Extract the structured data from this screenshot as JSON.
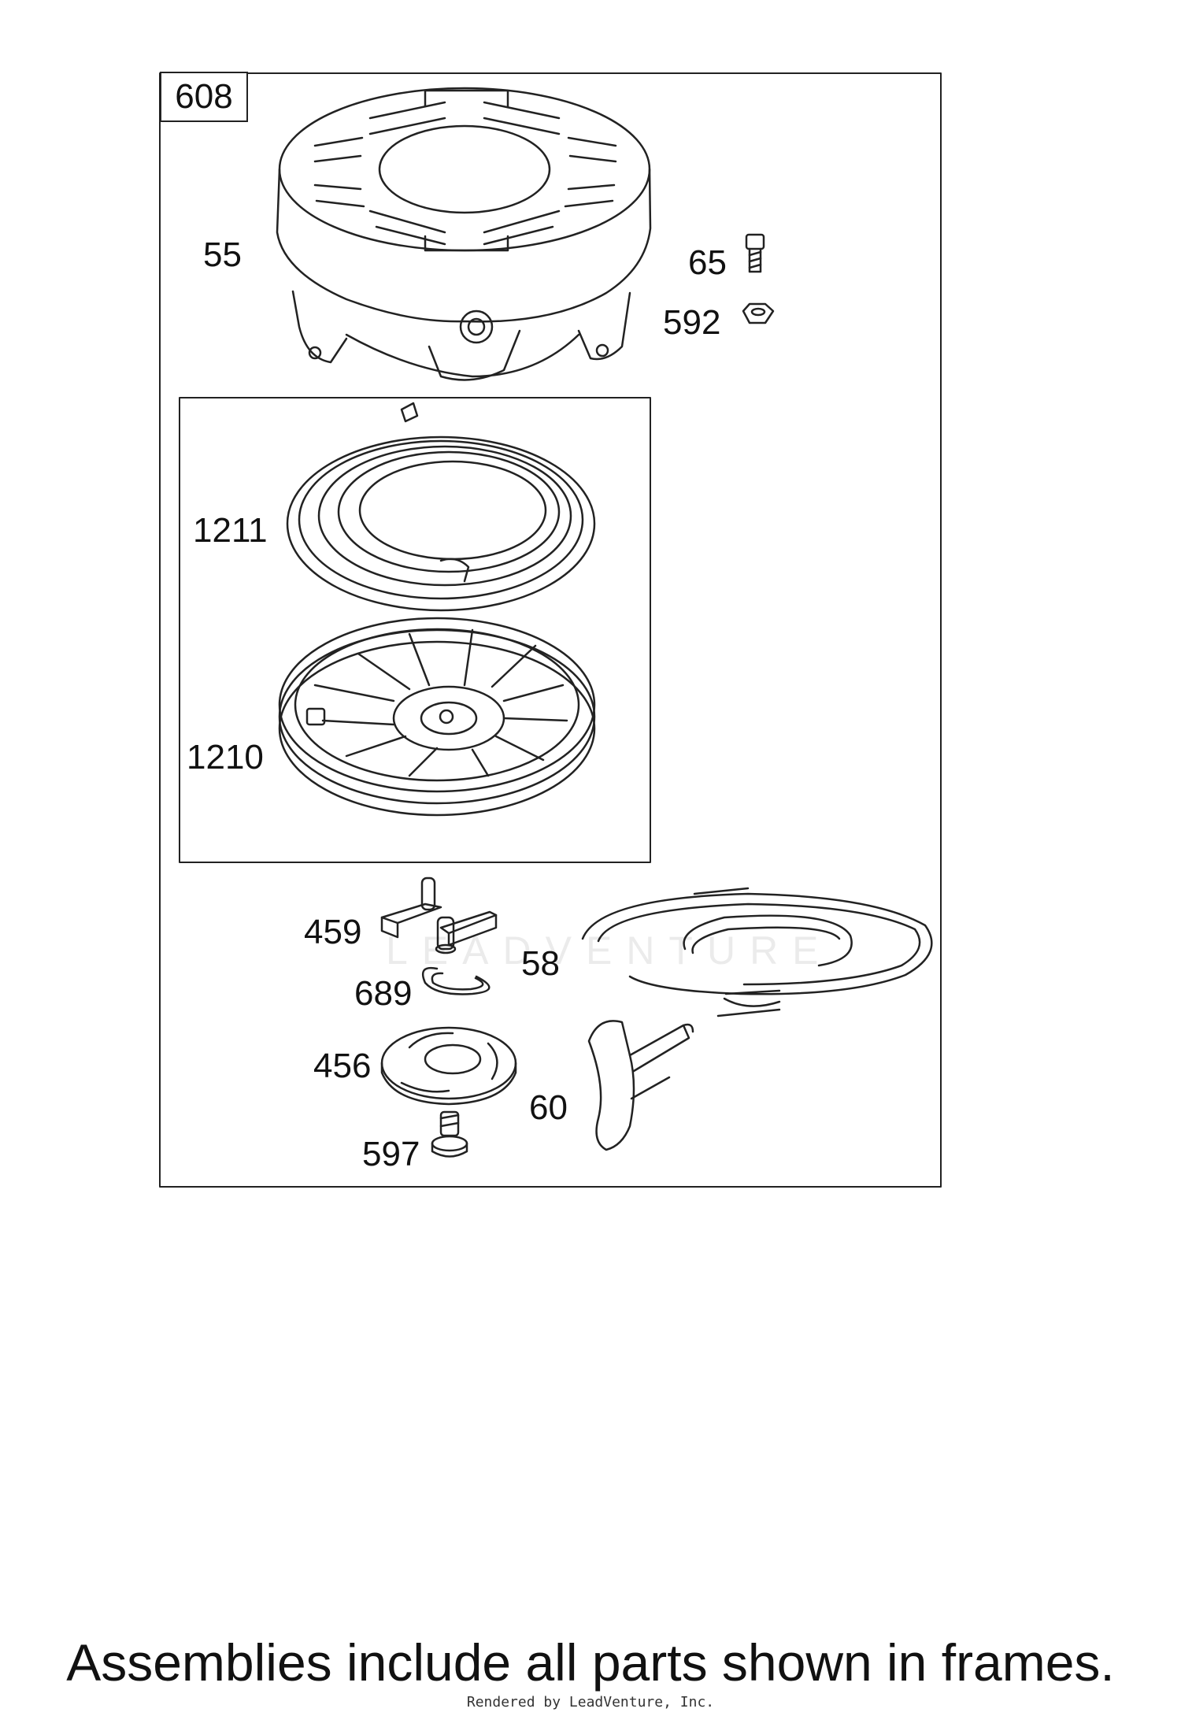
{
  "assembly": {
    "number": "608"
  },
  "parts": [
    {
      "id": "55",
      "name": "blower-housing"
    },
    {
      "id": "65",
      "name": "screw"
    },
    {
      "id": "592",
      "name": "nut"
    },
    {
      "id": "1211",
      "name": "rewind-spring"
    },
    {
      "id": "1210",
      "name": "pulley"
    },
    {
      "id": "459",
      "name": "dog"
    },
    {
      "id": "58",
      "name": "starter-rope"
    },
    {
      "id": "689",
      "name": "retainer-ring"
    },
    {
      "id": "456",
      "name": "retainer"
    },
    {
      "id": "60",
      "name": "starter-handle"
    },
    {
      "id": "597",
      "name": "screw"
    }
  ],
  "labels": {
    "p55": "55",
    "p65": "65",
    "p592": "592",
    "p1211": "1211",
    "p1210": "1210",
    "p459": "459",
    "p58": "58",
    "p689": "689",
    "p456": "456",
    "p60": "60",
    "p597": "597"
  },
  "footnote": "Assemblies include all parts shown in frames.",
  "credit": "Rendered by LeadVenture, Inc.",
  "watermark": "LEADVENTURE",
  "colors": {
    "line": "#222222",
    "background": "#ffffff"
  }
}
